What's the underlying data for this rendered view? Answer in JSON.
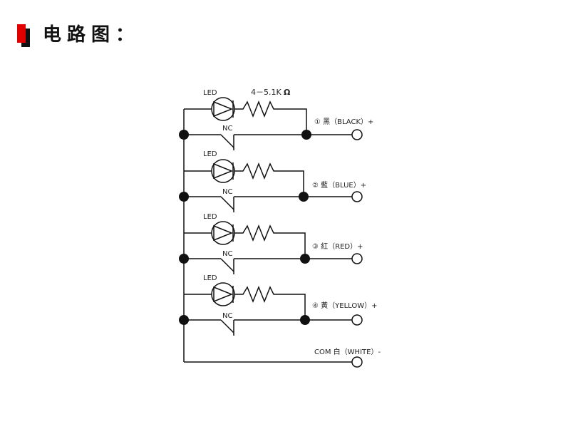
{
  "header": {
    "title": "电路图："
  },
  "circuit": {
    "resistor_label": "4－5.1K",
    "resistor_symbol": "Ω",
    "channels": [
      {
        "led_label": "LED",
        "nc_label": "NC",
        "terminal_label": "① 黑（BLACK）+"
      },
      {
        "led_label": "LED",
        "nc_label": "NC",
        "terminal_label": "② 藍（BLUE）+"
      },
      {
        "led_label": "LED",
        "nc_label": "NC",
        "terminal_label": "③ 紅（RED）+"
      },
      {
        "led_label": "LED",
        "nc_label": "NC",
        "terminal_label": "④ 黃（YELLOW）+"
      }
    ],
    "common_label": "COM 白（WHITE）-"
  },
  "colors": {
    "accent": "#e00000",
    "line": "#111111"
  }
}
